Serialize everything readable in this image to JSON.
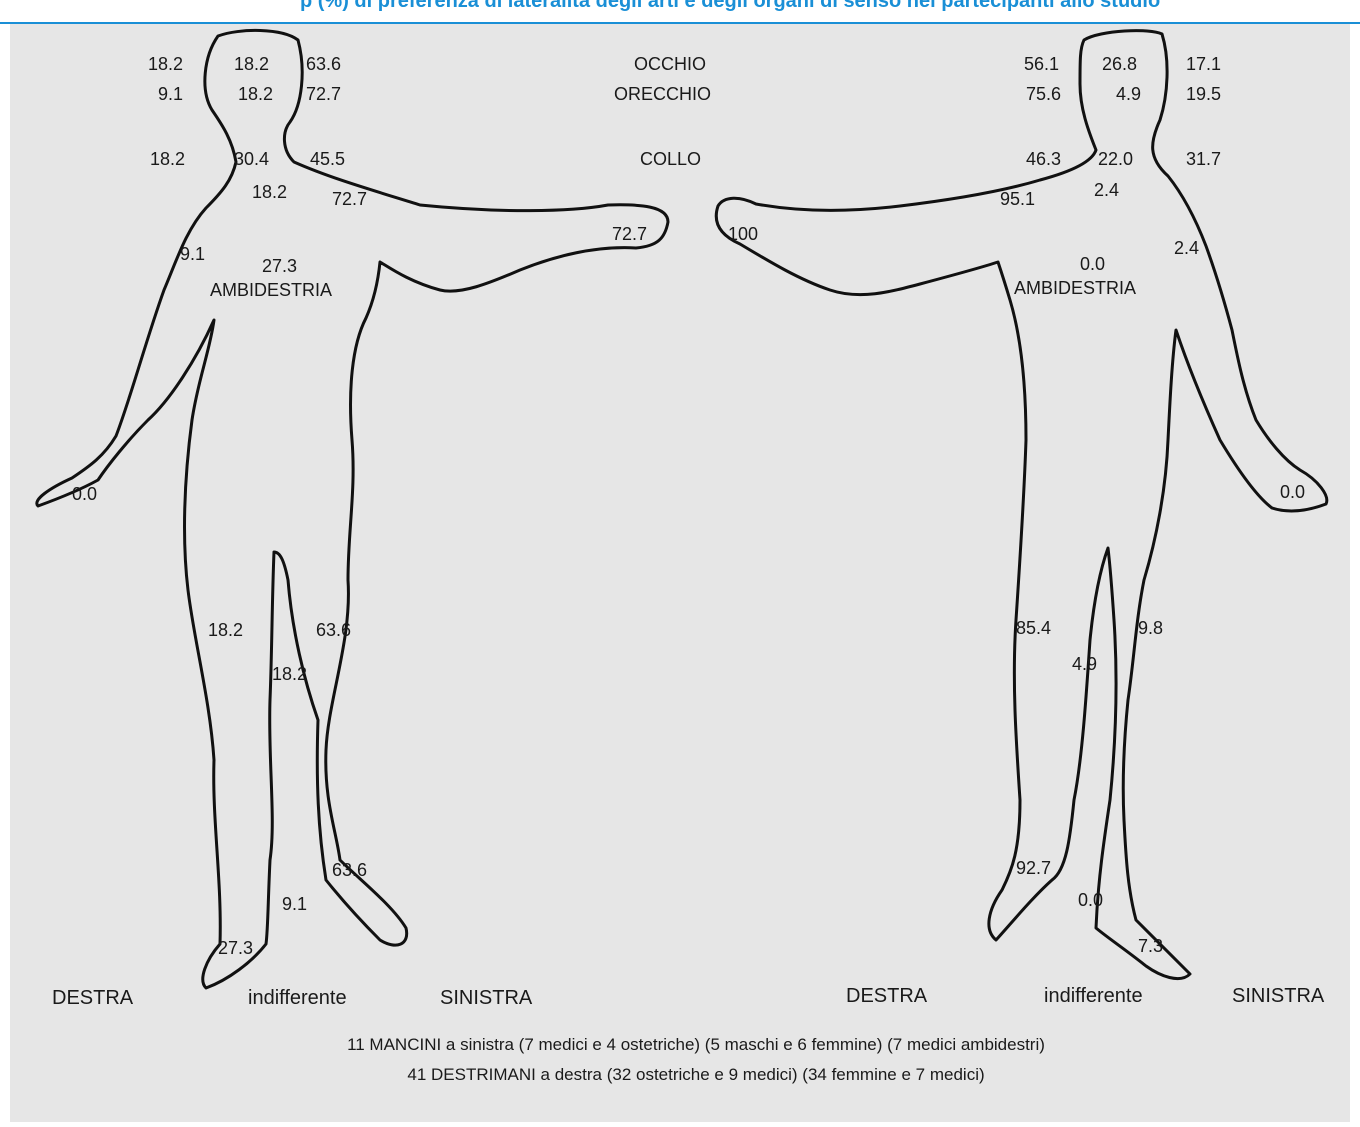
{
  "header": {
    "title": "p (%) di preferenza di lateralità degli arti e degli organi di senso nei partecipanti allo studio"
  },
  "left_figure": {
    "head_values": {
      "row1": [
        "18.2",
        "18.2",
        "63.6"
      ],
      "row2": [
        "9.1",
        "18.2",
        "72.7"
      ]
    },
    "neck_values": [
      "18.2",
      "30.4",
      "45.5"
    ],
    "neck_below": "18.2",
    "shoulder_value": "72.7",
    "hand_right_value": "72.7",
    "hand_left_value": "0.0",
    "side_value": "9.1",
    "ambidestria_value": "27.3",
    "ambidestria_label": "AMBIDESTRIA",
    "leg_left_value": "18.2",
    "leg_right_value": "63.6",
    "leg_center_value": "18.2",
    "foot_right_value": "63.6",
    "foot_center_value": "9.1",
    "foot_left_value": "27.3",
    "bottom_labels": [
      "DESTRA",
      "indifferente",
      "SINISTRA"
    ]
  },
  "center_labels": {
    "occhio": "OCCHIO",
    "orecchio": "ORECCHIO",
    "collo": "COLLO"
  },
  "right_figure": {
    "head_values": {
      "row1": [
        "56.1",
        "26.8",
        "17.1"
      ],
      "row2": [
        "75.6",
        "4.9",
        "19.5"
      ]
    },
    "neck_values": [
      "46.3",
      "22.0",
      "31.7"
    ],
    "neck_below": "2.4",
    "shoulder_value": "95.1",
    "hand_left_value": "100",
    "hand_right_value": "0.0",
    "side_value": "2.4",
    "ambidestria_value": "0.0",
    "ambidestria_label": "AMBIDESTRIA",
    "leg_left_value": "85.4",
    "leg_right_value": "9.8",
    "leg_center_value": "4.9",
    "foot_left_value": "92.7",
    "foot_center_value": "0.0",
    "foot_right_value": "7.3",
    "bottom_labels": [
      "DESTRA",
      "indifferente",
      "SINISTRA"
    ]
  },
  "caption": {
    "line1": "11 MANCINI a sinistra (7 medici e 4 ostetriche) (5 maschi e 6 femmine) (7 medici ambidestri)",
    "line2": "41 DESTRIMANI a destra (32 ostetriche e 9 medici) (34 femmine e 7 medici)"
  }
}
